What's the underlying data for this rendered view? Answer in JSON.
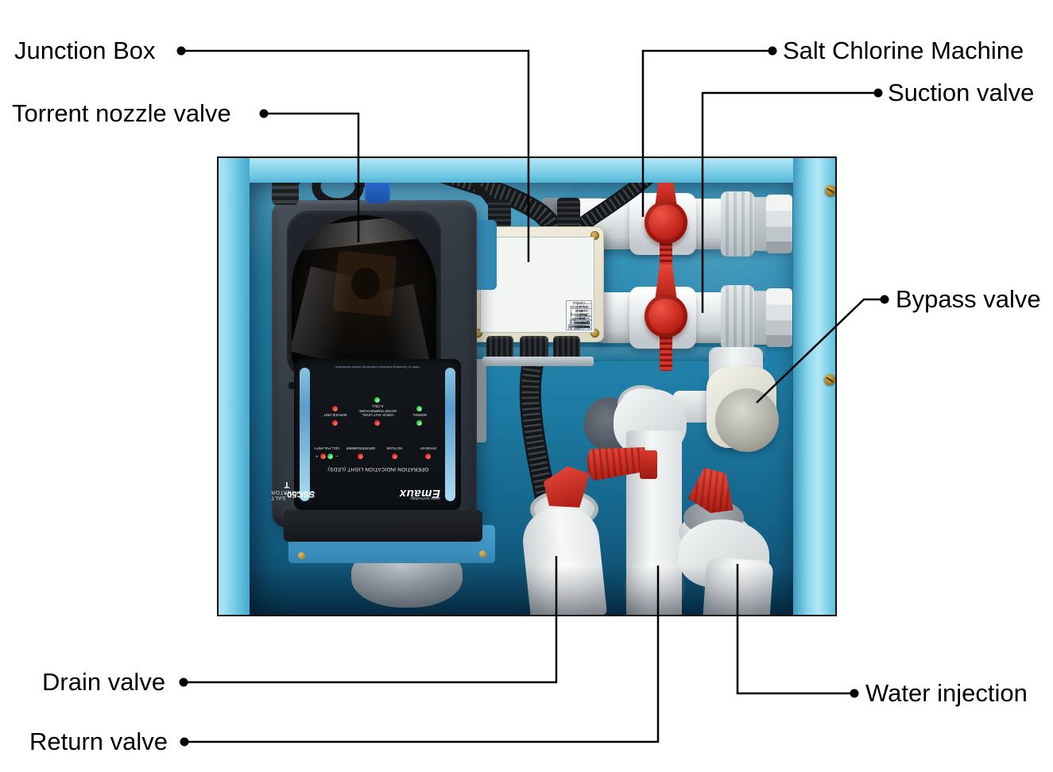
{
  "callouts": {
    "junction_box": {
      "label": "Junction Box"
    },
    "torrent_nozzle_valve": {
      "label": "Torrent nozzle valve"
    },
    "salt_chlorine_machine": {
      "label": "Salt Chlorine Machine"
    },
    "suction_valve": {
      "label": "Suction valve"
    },
    "bypass_valve": {
      "label": "Bypass valve"
    },
    "drain_valve": {
      "label": "Drain valve"
    },
    "return_valve": {
      "label": "Return valve"
    },
    "water_injection": {
      "label": "Water injection"
    }
  },
  "device_panel": {
    "brand": "Emaux",
    "brand_sub": "water technology",
    "product": "SALT CHLORINATOR",
    "model": "SSC50-T",
    "panel_title": "OPERATION INDICATION LIGHT (LEDS):",
    "footnote": "Refer to Operating Instruction Manual for further information",
    "polarity_minus": "–",
    "polarity_plus": "+",
    "row1": [
      {
        "label": "STAND-BY"
      },
      {
        "label": "NO FLOW"
      },
      {
        "label": "WINTER/SUMMER"
      },
      {
        "label": "CELL POLARITY"
      }
    ],
    "row2": [
      {
        "label": "NORMAL"
      },
      {
        "label": "CHECK SALT LEVEL, WATER TEMPERATURE, & CELL"
      },
      {
        "label": "SERVICE UNIT"
      }
    ]
  },
  "junction_label": {
    "manufacturer": "Manufacturer: France Degaulle Swimming Pool Equipment Limited",
    "rows": [
      {
        "h1": "Name of Goods",
        "v1": "Intergrative swimming pool filtration system",
        "h2": "Voltage",
        "v2": "~220V"
      },
      {
        "h1": "Brand",
        "v1": "Degaulle",
        "h2": "Frequency",
        "v2": "50HZ"
      },
      {
        "h1": "Transformer",
        "v1": "150VA, 12VA",
        "h2": "Pump Power",
        "v2": "0.50KW"
      },
      {
        "h1": "Model",
        "v1": "□CP40 □CP50 ■S080 □CP75 □CP100 □CP150 □CP200",
        "h2": "",
        "v2": "0.75KW 1.50KW 2.2KW"
      },
      {
        "h1": "Fan",
        "v1": "25W/220V",
        "h2": "underwater light",
        "v2": "100W/12V 150W/12V"
      },
      {
        "h1": "O3",
        "v1": "16W/220V",
        "h2": "",
        "v2": "6W/12V 18W/12V"
      }
    ]
  },
  "colors": {
    "box_blue": "#6fc9e7",
    "interior_blue": "#1f7ea6",
    "valve_red": "#cf2418",
    "pipe_white": "#eef1f2",
    "led_red": "#e03026",
    "led_green": "#2fd34a",
    "junction_box_cream": "#ece8d6",
    "callout_line": "#000000"
  }
}
